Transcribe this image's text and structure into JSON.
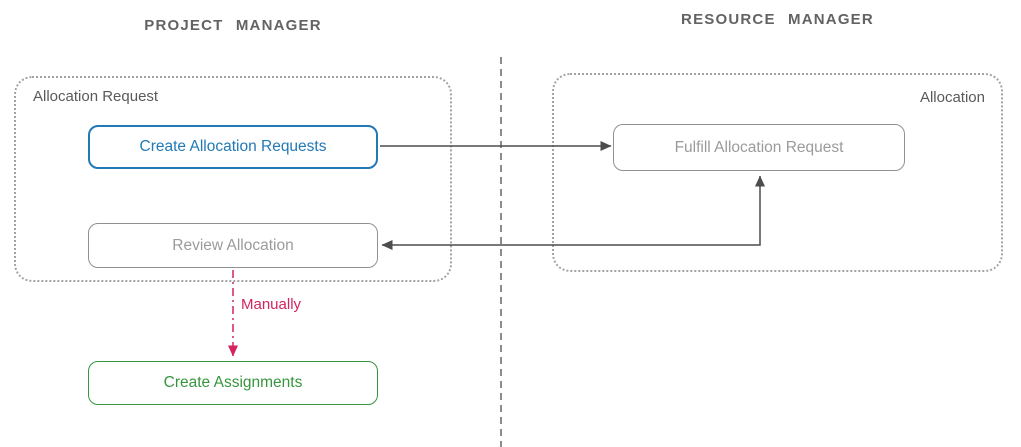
{
  "colors": {
    "accent_blue": "#2279b5",
    "accent_green": "#37953f",
    "accent_pink": "#d2255f",
    "arrow_gray": "#4d4d4d",
    "node_gray_border": "#919191",
    "node_gray_text": "#9b9b9b",
    "group_border_gray": "#a3a3a3",
    "label_gray": "#5a5a5a",
    "header_gray": "#636363",
    "separator_gray": "#8c8c8c"
  },
  "diagram": {
    "lanes": [
      {
        "title": "PROJECT MANAGER"
      },
      {
        "title": "RESOURCE MANAGER"
      }
    ],
    "groups": [
      {
        "label": "Allocation Request"
      },
      {
        "label": "Allocation"
      }
    ],
    "nodes": [
      {
        "label": "Create Allocation Requests",
        "style": "blue-outline"
      },
      {
        "label": "Fulfill Allocation Request",
        "style": "gray-outline"
      },
      {
        "label": "Review Allocation",
        "style": "gray-outline"
      },
      {
        "label": "Create Assignments",
        "style": "green-outline"
      }
    ],
    "edges": [
      {
        "from": "Create Allocation Requests",
        "to": "Fulfill Allocation Request",
        "style": "solid",
        "label": ""
      },
      {
        "from": "Fulfill Allocation Request",
        "to": "Review Allocation",
        "style": "solid",
        "bidirectional": true,
        "label": ""
      },
      {
        "from": "Review Allocation",
        "to": "Create Assignments",
        "style": "dash-dot",
        "label": "Manually"
      }
    ]
  }
}
